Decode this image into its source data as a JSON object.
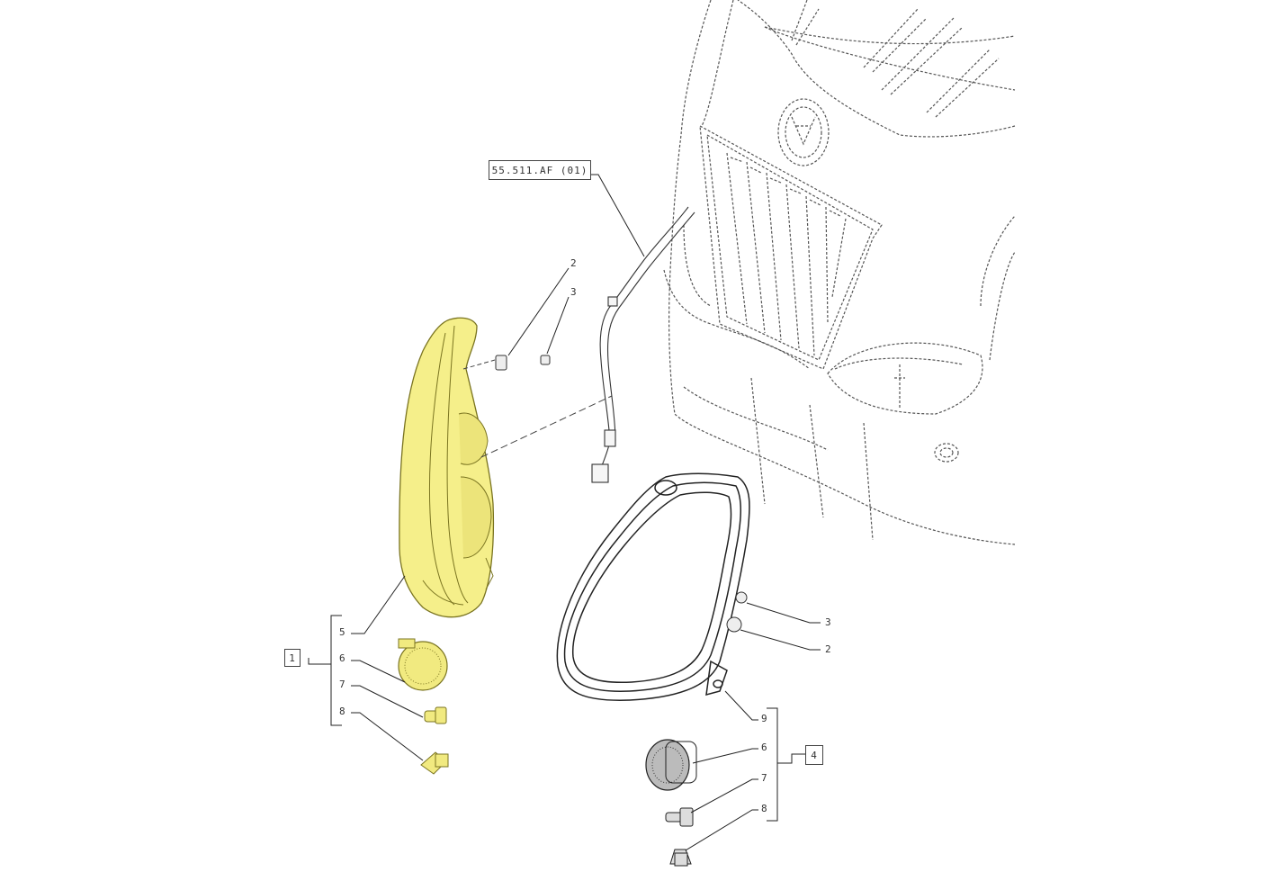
{
  "diagram": {
    "reference_label": "55.511.AF (01)",
    "highlight_color": "#f5ef8a",
    "left_assembly": {
      "group_box_label": "1",
      "callouts": {
        "c2": "2",
        "c3": "3",
        "c5": "5",
        "c6": "6",
        "c7": "7",
        "c8": "8"
      }
    },
    "right_assembly": {
      "group_box_label": "4",
      "callouts": {
        "c2": "2",
        "c3": "3",
        "c6": "6",
        "c7": "7",
        "c8": "8",
        "c9": "9"
      }
    }
  }
}
